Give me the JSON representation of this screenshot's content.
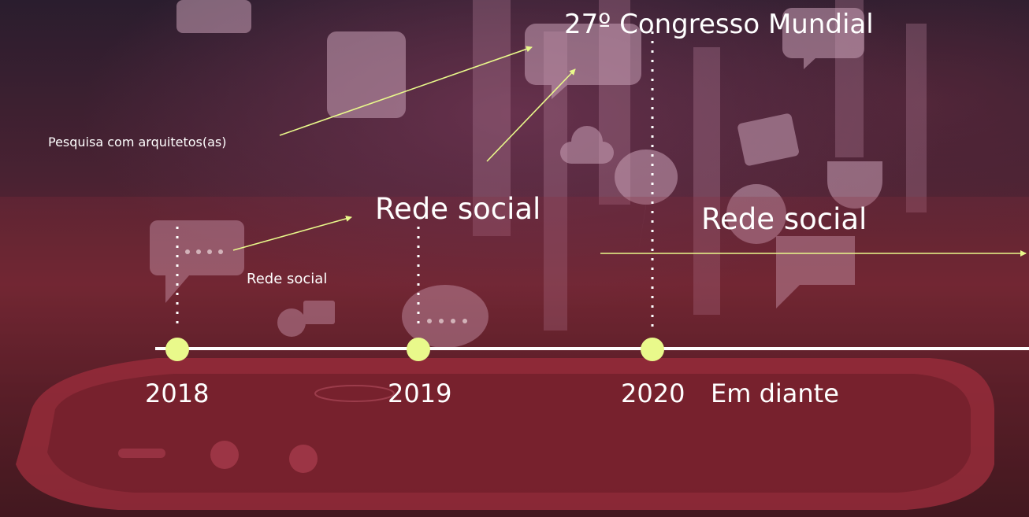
{
  "title": "27º Congresso Mundial",
  "labels": {
    "pesquisa": "Pesquisa com arquitetos(as)",
    "rede_social_2018": "Rede social",
    "rede_social_2019": "Rede social",
    "rede_social_2020": "Rede social"
  },
  "timeline": {
    "years": [
      "2018",
      "2019",
      "2020"
    ],
    "after_2020": "Em diante"
  },
  "colors": {
    "timeline_line": "#ffffff",
    "milestone_dot": "#e9f98b",
    "arrow": "#e9f98b",
    "text": "#ffffff",
    "background_tint": "#8a2a3a"
  }
}
